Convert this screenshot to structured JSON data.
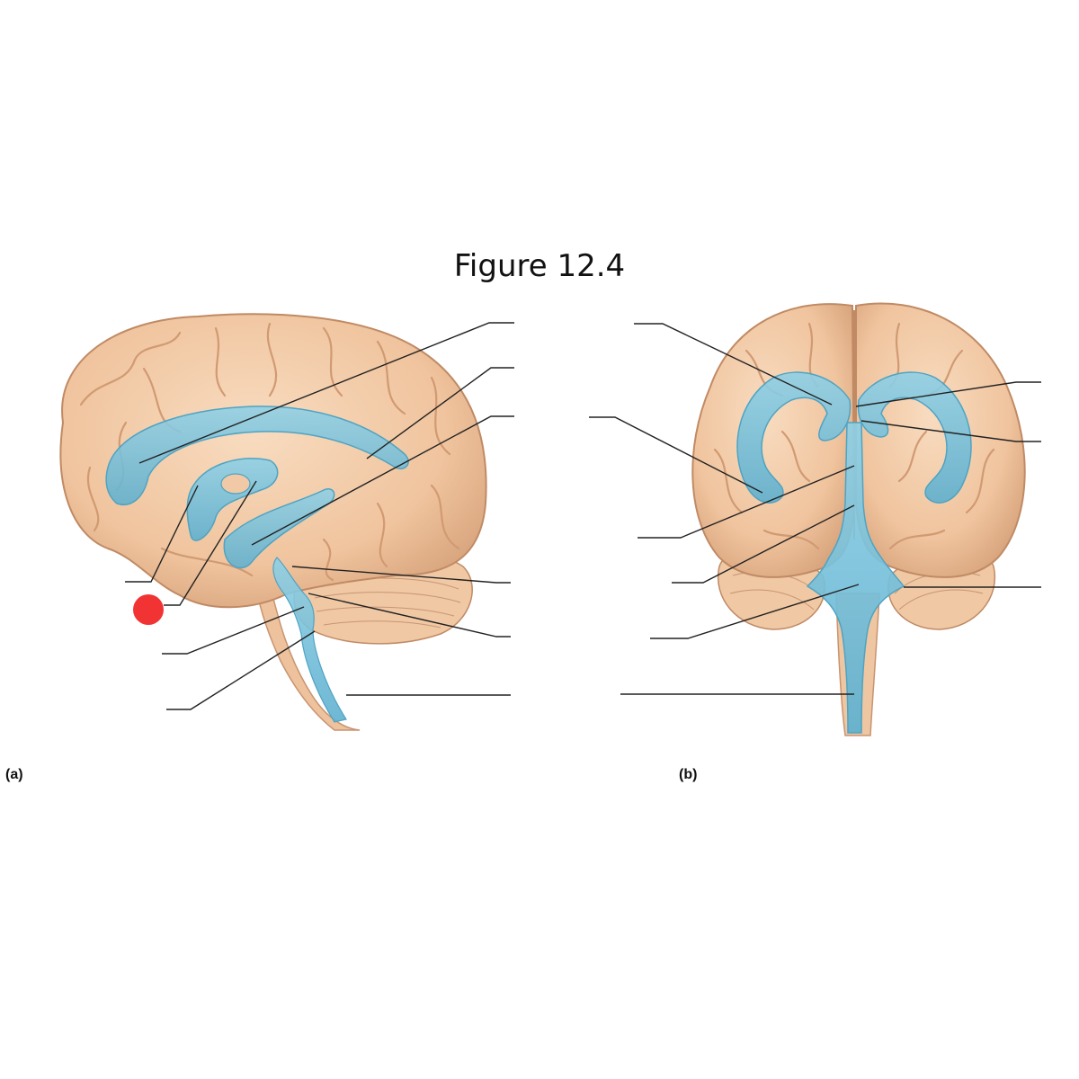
{
  "figure": {
    "title": "Figure 12.4",
    "panel_a_label": "(a)",
    "panel_b_label": "(b)"
  },
  "colors": {
    "brain": "#f2c9a5",
    "brain_shadow": "#d9a67f",
    "brain_outline": "#c08a64",
    "ventricle": "#79c3dc",
    "ventricle_dark": "#4fa3c2",
    "marker": "#f23333"
  },
  "marker": {
    "shape": "red-dot"
  }
}
